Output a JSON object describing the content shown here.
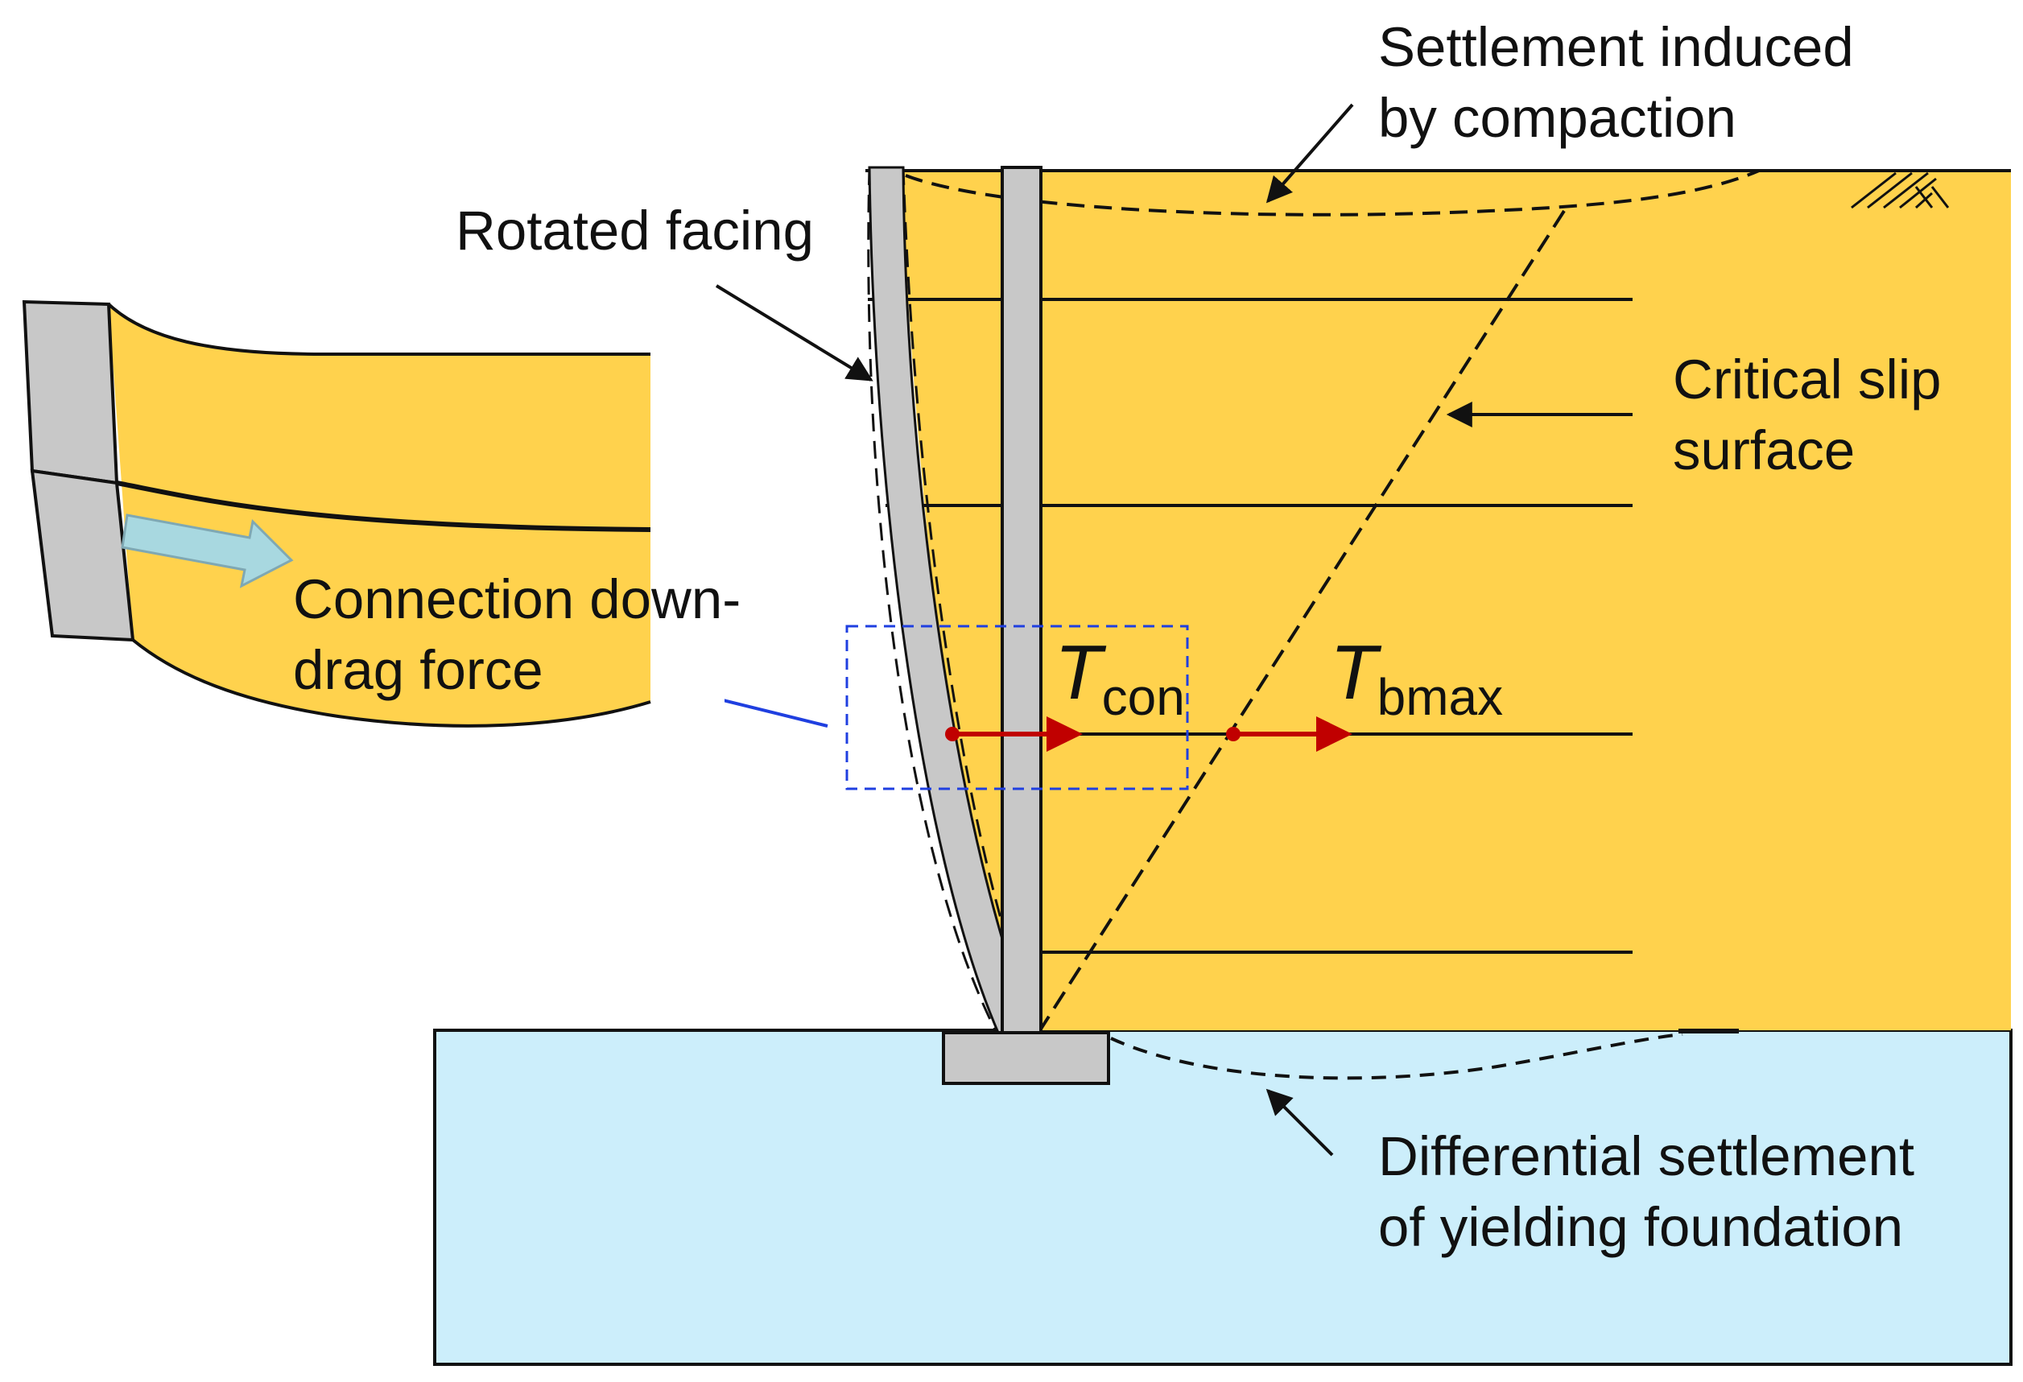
{
  "labels": {
    "settlement_compaction_line1": "Settlement induced",
    "settlement_compaction_line2": "by compaction",
    "rotated_facing": "Rotated facing",
    "critical_slip_line1": "Critical slip",
    "critical_slip_line2": "surface",
    "connection_line1": "Connection down-",
    "connection_line2": "drag force",
    "t_con_symbol": "T",
    "t_con_sub": "con",
    "t_bmax_symbol": "T",
    "t_bmax_sub": "bmax",
    "differential_line1": "Differential settlement",
    "differential_line2": "of yielding foundation"
  },
  "colors": {
    "backfill": "#FFD24D",
    "foundation": "#CCEEFB",
    "facing": "#C8C8C8",
    "force_arrow": "#C00000",
    "callout_box": "#1F3FE0",
    "downdrag_arrow": "#A8D8E0"
  }
}
